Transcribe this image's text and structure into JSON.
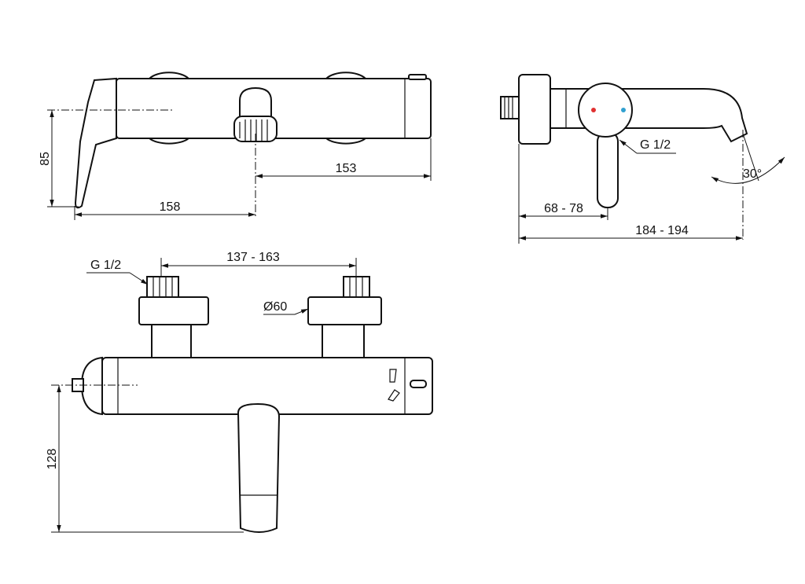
{
  "title": "Bath shower mixer dimension drawing",
  "side_view": {
    "dim_height": "85",
    "dim_handle_to_outlet": "158",
    "dim_outlet_to_end": "153"
  },
  "end_view": {
    "thread_label": "G 1/2",
    "angle_label": "30°",
    "dim_wall_to_handle": "68 - 78",
    "dim_wall_to_spout": "184 - 194",
    "hot_color": "#e03030",
    "cold_color": "#30a0d0"
  },
  "front_view": {
    "thread_label": "G 1/2",
    "dim_centers": "137 - 163",
    "flange_diameter": "Ø60",
    "dim_height": "128"
  }
}
